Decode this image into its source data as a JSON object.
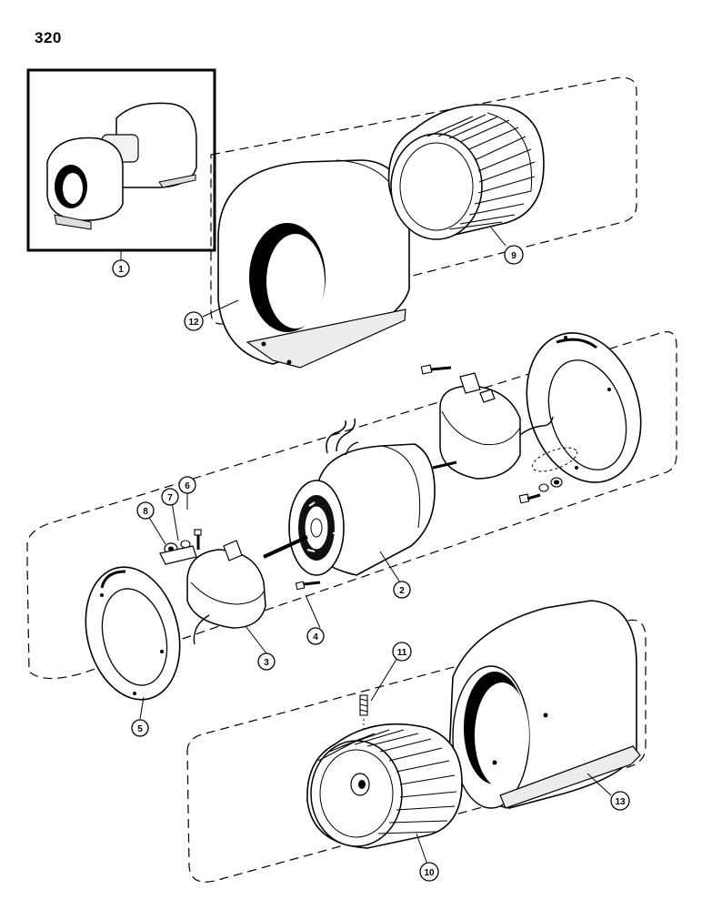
{
  "page": {
    "number": "320"
  },
  "callouts": {
    "c1": "1",
    "c2": "2",
    "c3": "3",
    "c4": "4",
    "c5": "5",
    "c6": "6",
    "c7": "7",
    "c8": "8",
    "c9": "9",
    "c10": "10",
    "c11": "11",
    "c12": "12",
    "c13": "13"
  },
  "colors": {
    "ink": "#000000",
    "paper": "#ffffff",
    "shade": "#e6e6e6"
  }
}
